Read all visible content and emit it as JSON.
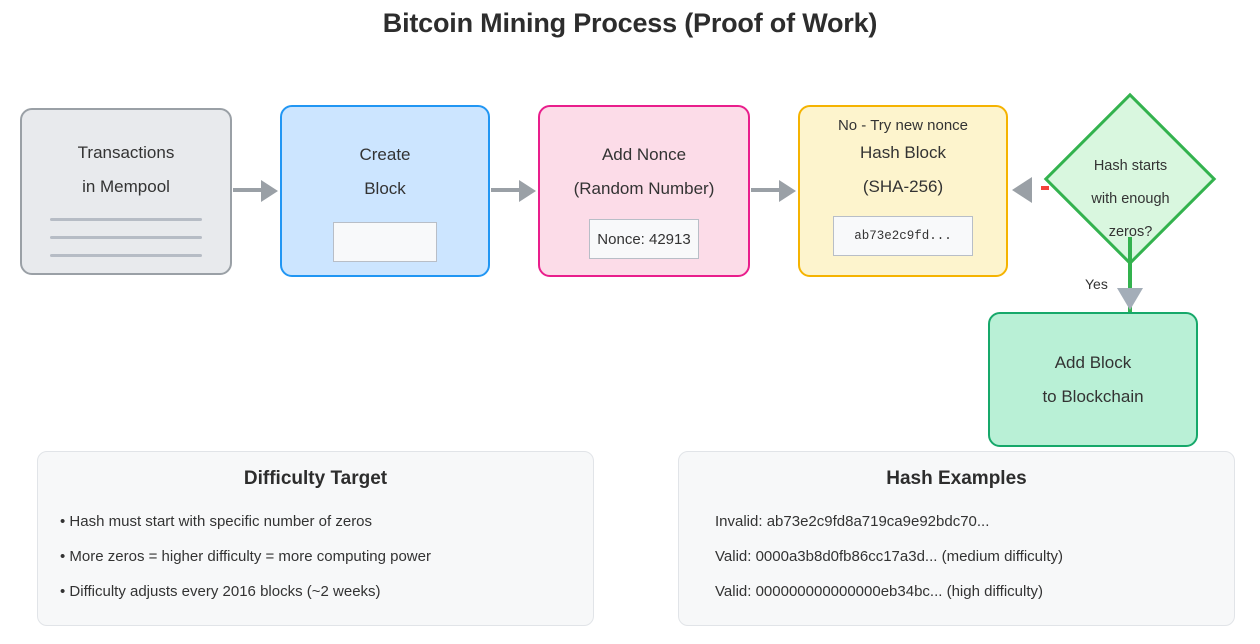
{
  "title": "Bitcoin Mining Process (Proof of Work)",
  "nodes": {
    "mempool": {
      "line1": "Transactions",
      "line2": "in Mempool",
      "tx_line_count": 3
    },
    "create_block": {
      "line1": "Create",
      "line2": "Block",
      "inner_value": ""
    },
    "add_nonce": {
      "line1": "Add Nonce",
      "line2": "(Random Number)",
      "inner_value": "Nonce: 42913"
    },
    "hash_block": {
      "retry_label": "No - Try new nonce",
      "line1": "Hash Block",
      "line2": "(SHA-256)",
      "inner_value": "ab73e2c9fd..."
    },
    "decision": {
      "line1": "Hash starts",
      "line2": "with enough",
      "line3": "zeros?"
    },
    "add_block": {
      "line1": "Add Block",
      "line2": "to Blockchain"
    }
  },
  "edges": {
    "yes_label": "Yes",
    "no_label": "No - Try new nonce"
  },
  "panels": {
    "difficulty": {
      "title": "Difficulty Target",
      "items": [
        "• Hash must start with specific number of zeros",
        "• More zeros = higher difficulty = more computing power",
        "• Difficulty adjusts every 2016 blocks (~2 weeks)"
      ]
    },
    "hash_examples": {
      "title": "Hash Examples",
      "items": [
        "Invalid: ab73e2c9fd8a719ca9e92bdc70...",
        "Valid: 0000a3b8d0fb86cc17a3d... (medium difficulty)",
        "Valid: 000000000000000eb34bc... (high difficulty)"
      ]
    }
  },
  "colors": {
    "mempool_fill": "#e8eaed",
    "mempool_border": "#9aa0a6",
    "create_fill": "#cce5ff",
    "create_border": "#2196f3",
    "nonce_fill": "#fcdce8",
    "nonce_border": "#e91e8c",
    "hash_fill": "#fdf4cd",
    "hash_border": "#f5b301",
    "decision_fill": "#d9f7df",
    "decision_border": "#33b24e",
    "addblock_fill": "#b9f0d6",
    "addblock_border": "#16a86a",
    "arrow_gray": "#9aa0a6",
    "no_branch_red": "#f4433a",
    "yes_branch_green": "#33b24e"
  }
}
